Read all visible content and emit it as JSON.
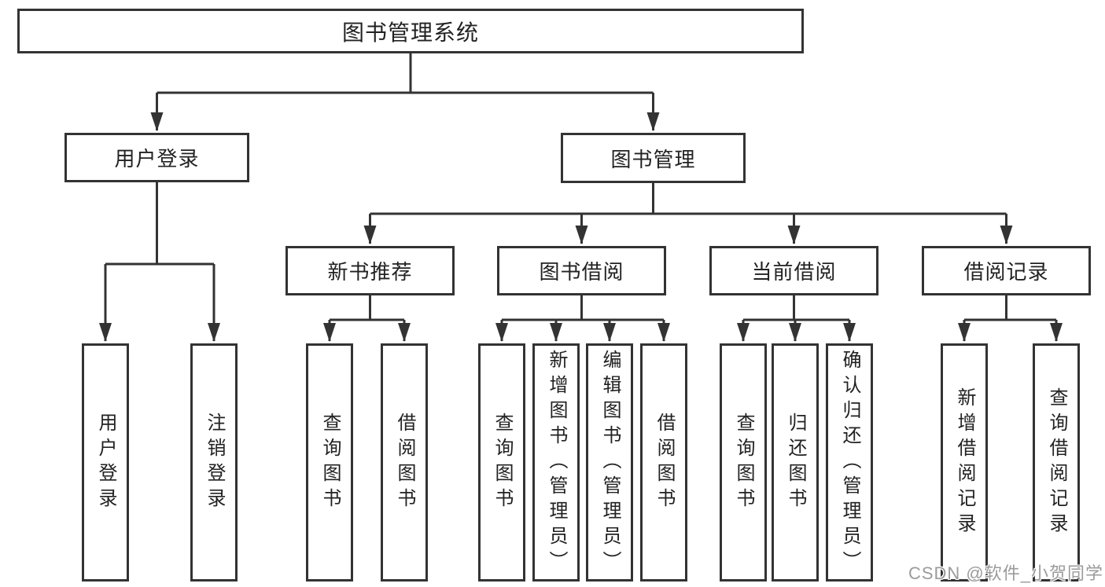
{
  "nodes": {
    "root": "图书管理系统",
    "level2": [
      {
        "id": "user-login",
        "label": "用户登录",
        "children": [
          "用户登录",
          "注销登录"
        ]
      },
      {
        "id": "book-management",
        "label": "图书管理",
        "subbranches": [
          {
            "id": "new-book-recommend",
            "label": "新书推荐",
            "children": [
              "查询图书",
              "借阅图书"
            ]
          },
          {
            "id": "book-borrow",
            "label": "图书借阅",
            "children": [
              "查询图书",
              "新增图书（管理员）",
              "编辑图书（管理员）",
              "借阅图书"
            ]
          },
          {
            "id": "current-borrow",
            "label": "当前借阅",
            "children": [
              "查询图书",
              "归还图书",
              "确认归还（管理员）"
            ]
          },
          {
            "id": "borrow-record",
            "label": "借阅记录",
            "children": [
              "新增借阅记录",
              "查询借阅记录"
            ]
          }
        ]
      }
    ]
  },
  "watermark": {
    "text": "CSDN @软件_小贺同学"
  },
  "colors": {
    "line": "#333333",
    "box_border": "#333333",
    "text": "#222222",
    "watermark_text": "#9b9b9b",
    "background": "#ffffff"
  }
}
